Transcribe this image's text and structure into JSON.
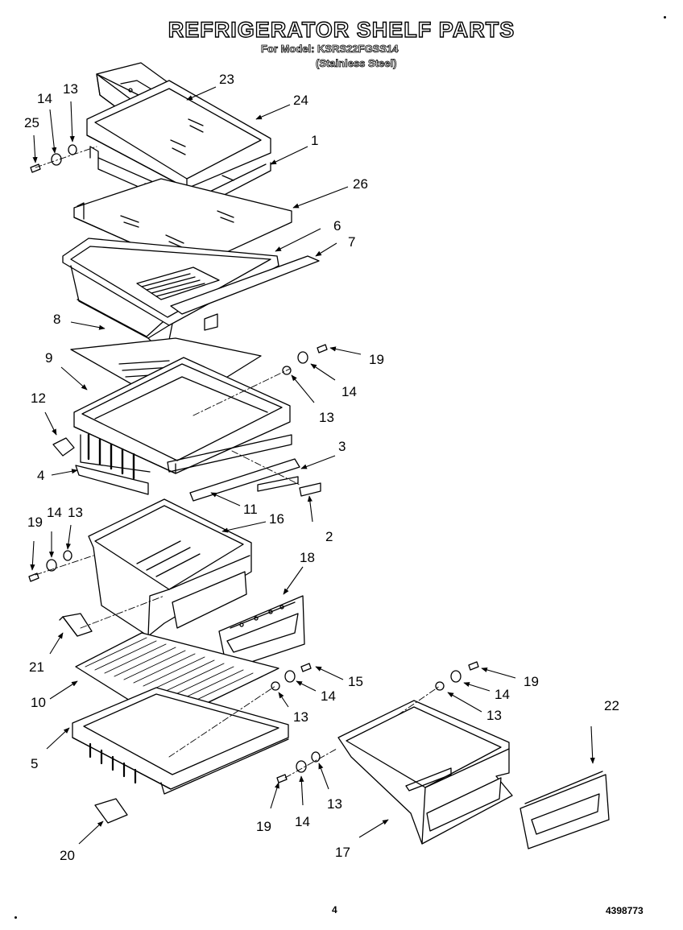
{
  "header": {
    "title": "REFRIGERATOR SHELF PARTS",
    "model_line": "For Model: KSRS22FGSS14",
    "finish_line": "(Stainless Steel)"
  },
  "callouts": {
    "p1": "1",
    "p2": "2",
    "p3": "3",
    "p4": "4",
    "p5": "5",
    "p6": "6",
    "p7": "7",
    "p8": "8",
    "p9": "9",
    "p10": "10",
    "p11": "11",
    "p12": "12",
    "p16": "16",
    "p17": "17",
    "p18": "18",
    "p20": "20",
    "p21": "21",
    "p22": "22",
    "p23": "23",
    "p24": "24",
    "p25": "25",
    "p26": "26",
    "h13a": "13",
    "h14a": "14",
    "h19b": "19",
    "h14b": "14",
    "h13b": "13",
    "h19c": "19",
    "h14c": "14",
    "h13c": "13",
    "h15d": "15",
    "h14d": "14",
    "h13d": "13",
    "h19e": "19",
    "h14e": "14",
    "h13e": "13",
    "h19f": "19",
    "h14f": "14",
    "h13f": "13"
  },
  "footer": {
    "page_number": "4",
    "document_number": "4398773"
  }
}
